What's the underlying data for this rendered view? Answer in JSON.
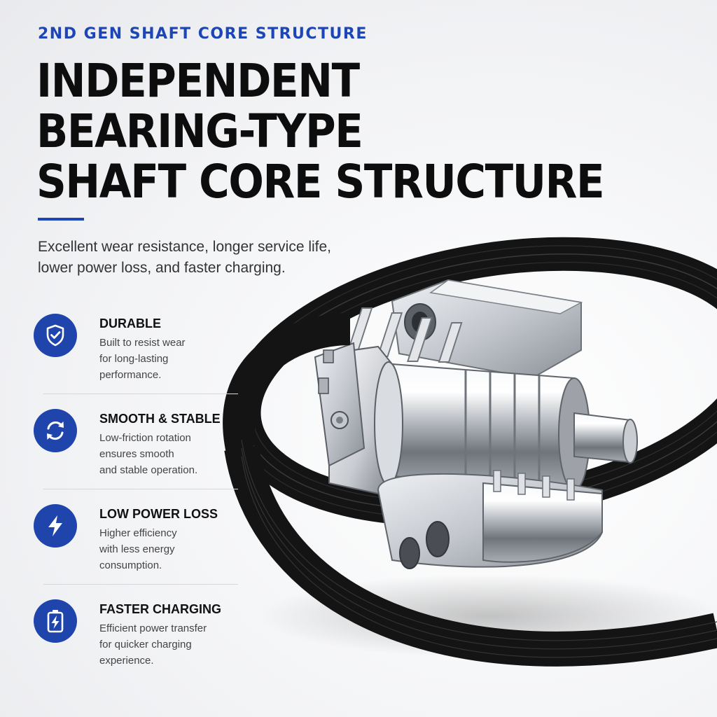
{
  "header": {
    "eyebrow": "2ND GEN SHAFT CORE STRUCTURE",
    "headline_lines": [
      "INDEPENDENT",
      "BEARING-TYPE",
      "SHAFT CORE STRUCTURE"
    ],
    "lead_lines": [
      "Excellent wear resistance, longer service life,",
      "lower power loss, and faster charging."
    ]
  },
  "features": [
    {
      "icon": "shield-check-icon",
      "title": "DURABLE",
      "desc_lines": [
        "Built to resist wear",
        "for long-lasting",
        "performance."
      ]
    },
    {
      "icon": "rotate-arrows-icon",
      "title": "SMOOTH & STABLE",
      "desc_lines": [
        "Low-friction rotation",
        "ensures smooth",
        "and stable operation."
      ]
    },
    {
      "icon": "lightning-bolt-icon",
      "title": "LOW POWER LOSS",
      "desc_lines": [
        "Higher efficiency",
        "with less energy",
        "consumption."
      ]
    },
    {
      "icon": "battery-charging-icon",
      "title": "FASTER CHARGING",
      "desc_lines": [
        "Efficient power transfer",
        "for quicker charging",
        "experience."
      ]
    }
  ],
  "colors": {
    "accent": "#1c46b8",
    "icon_circle": "#1f45ad",
    "headline": "#0d0d0d",
    "belt": "#141414",
    "metal": "#b8bcc2"
  }
}
